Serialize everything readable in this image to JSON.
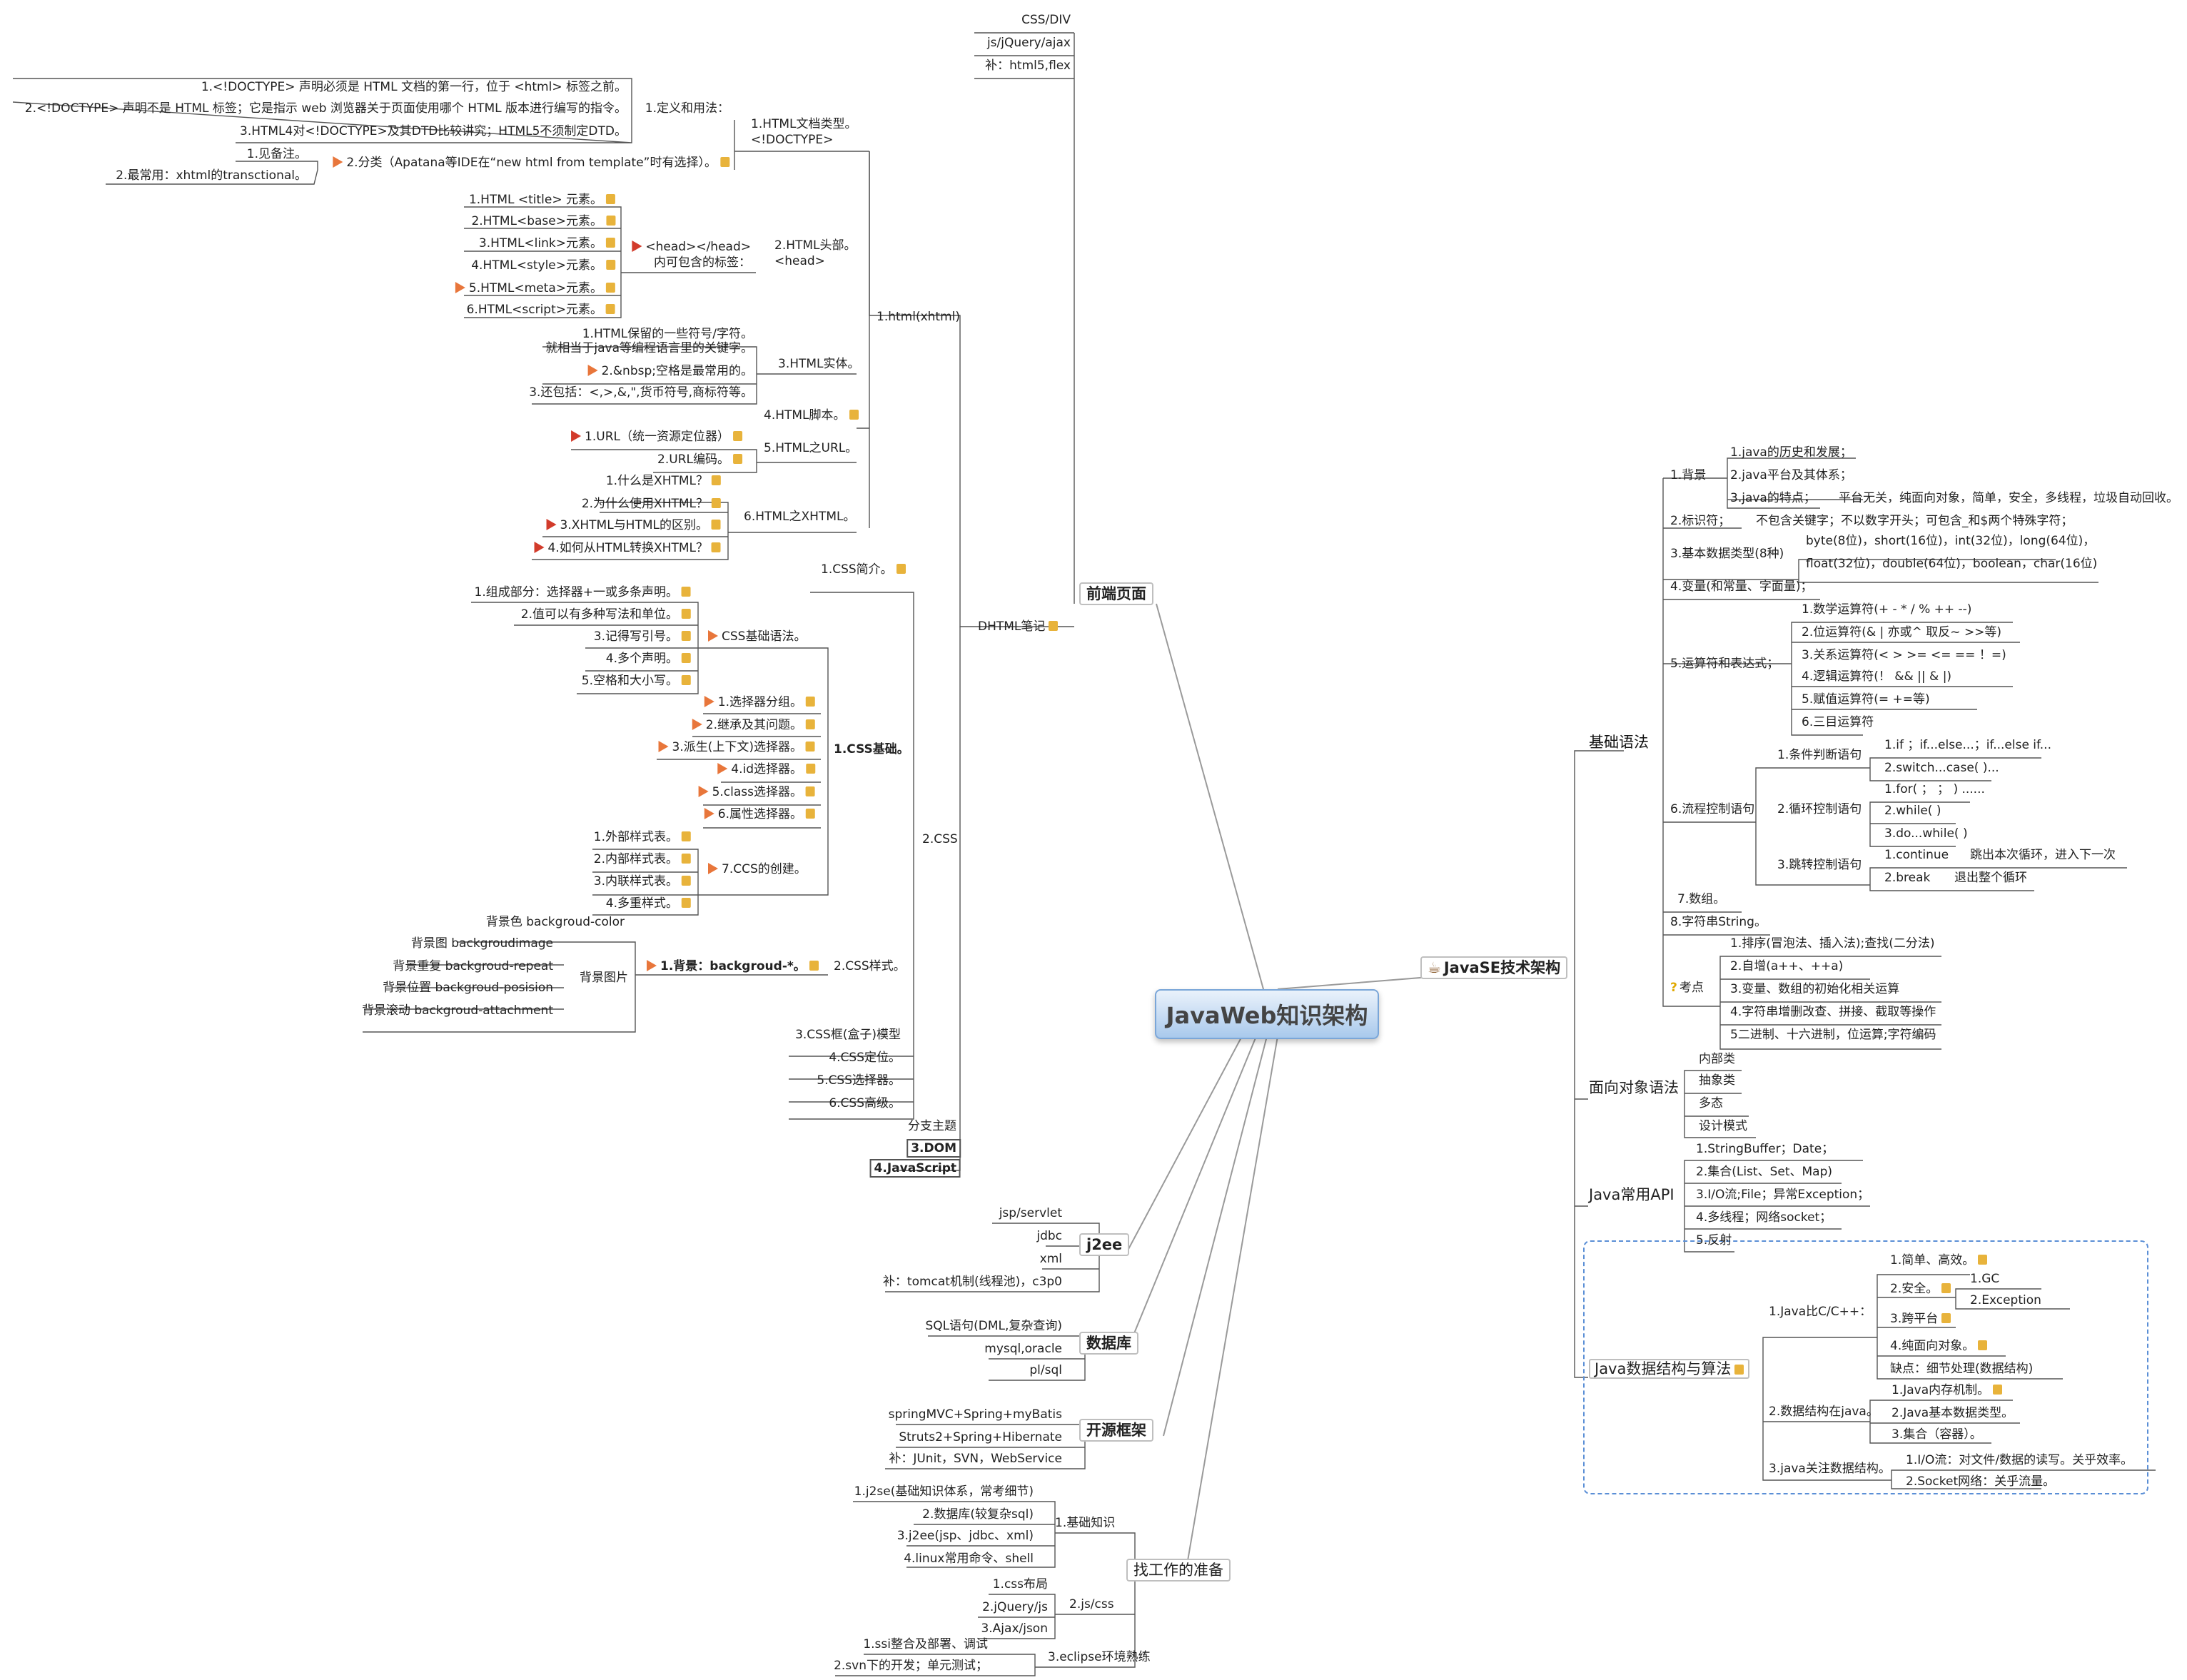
{
  "center": "JavaWeb知识架构",
  "main_branches": {
    "frontend": "前端页面",
    "javase": "JavaSE技术架构",
    "j2ee": "j2ee",
    "database": "数据库",
    "framework": "开源框架",
    "job": "找工作的准备"
  },
  "frontend": {
    "css_div": "CSS/DIV",
    "js_jquery": "js/jQuery/ajax",
    "html5": "补：html5,flex",
    "dhtml": "DHTML笔记",
    "html": "1.html(xhtml)",
    "doctype_title": "1.HTML文档类型。",
    "doctype_sub": "<!DOCTYPE>",
    "def_usage": "1.定义和用法：",
    "def_items": [
      "1.<!DOCTYPE> 声明必须是 HTML 文档的第一行，位于 <html> 标签之前。",
      "2.<!DOCTYPE> 声明不是 HTML 标签；它是指示 web 浏览器关于页面使用哪个 HTML 版本进行编写的指令。",
      "3.HTML4对<!DOCTYPE>及其DTD比较讲究；HTML5不须制定DTD。"
    ],
    "classify": "2.分类（Apatana等IDE在“new html from template”时有选择）。",
    "classify_items": [
      "1.见备注。",
      "2.最常用：xhtml的transctional。"
    ],
    "head_title": "2.HTML头部。",
    "head_sub": "<head>",
    "head_tags_1": "<head></head>",
    "head_tags_2": "内可包含的标签：",
    "head_items": [
      "1.HTML <title> 元素。",
      "2.HTML<base>元素。",
      "3.HTML<link>元素。",
      "4.HTML<style>元素。",
      "5.HTML<meta>元素。",
      "6.HTML<script>元素。"
    ],
    "entity": "3.HTML实体。",
    "entity_items": [
      "1.HTML保留的一些符号/字符。",
      "就相当于java等编程语言里的关键字。",
      "2.&nbsp;空格是最常用的。",
      "3.还包括：<,>,&,\",货币符号,商标符等。"
    ],
    "script": "4.HTML脚本。",
    "url": "5.HTML之URL。",
    "url_items": [
      "1.URL（统一资源定位器）",
      "2.URL编码。"
    ],
    "xhtml": "6.HTML之XHTML。",
    "xhtml_items": [
      "1.什么是XHTML？",
      "2.为什么使用XHTML？",
      "3.XHTML与HTML的区别。",
      "4.如何从HTML转换XHTML？"
    ],
    "css": "2.CSS",
    "css_intro": "1.CSS简介。",
    "css_basic": "1.CSS基础。",
    "css_syntax": "CSS基础语法。",
    "css_syntax_items": [
      "1.组成部分：选择器+一或多条声明。",
      "2.值可以有多种写法和单位。",
      "3.记得写引号。",
      "4.多个声明。",
      "5.空格和大小写。"
    ],
    "css_selector_items": [
      "1.选择器分组。",
      "2.继承及其问题。",
      "3.派生(上下文)选择器。",
      "4.id选择器。",
      "5.class选择器。",
      "6.属性选择器。"
    ],
    "css_create": "7.CCS的创建。",
    "css_create_items": [
      "1.外部样式表。",
      "2.内部样式表。",
      "3.内联样式表。",
      "4.多重样式。"
    ],
    "css_style": "2.CSS样式。",
    "css_bg": "1.背景：backgroud-*。",
    "bg_image": "背景图片",
    "bg_items": [
      "背景色 backgroud-color",
      "背景图 backgroudimage",
      "背景重复 backgroud-repeat",
      "背景位置 backgroud-posision",
      "背景滚动 backgroud-attachment"
    ],
    "css_more": [
      "3.CSS框(盒子)模型",
      "4.CSS定位。",
      "5.CSS选择器。",
      "6.CSS高级。"
    ],
    "branch_topic": "分支主题",
    "dom": "3.DOM",
    "javascript": "4.JavaScript"
  },
  "j2ee": [
    "jsp/servlet",
    "jdbc",
    "xml",
    "补：tomcat机制(线程池)，c3p0"
  ],
  "database": [
    "SQL语句(DML,复杂查询)",
    "mysql,oracle",
    "pl/sql"
  ],
  "framework": [
    "springMVC+Spring+myBatis",
    "Struts2+Spring+Hibernate",
    "补：JUnit，SVN，WebService"
  ],
  "job": {
    "basic": "1.基础知识",
    "basic_items": [
      "1.j2se(基础知识体系，常考细节)",
      "2.数据库(较复杂sql)",
      "3.j2ee(jsp、jdbc、xml)",
      "4.linux常用命令、shell"
    ],
    "jscss": "2.js/css",
    "jscss_items": [
      "1.css布局",
      "2.jQuery/js",
      "3.Ajax/json"
    ],
    "eclipse": "3.eclipse环境熟练",
    "eclipse_items": [
      "1.ssi整合及部署、调试",
      "2.svn下的开发；单元测试；"
    ]
  },
  "javase": {
    "syntax": "基础语法",
    "background": "1.背景",
    "background_items": [
      "1.java的历史和发展；",
      "2.java平台及其体系；",
      "3.java的特点；"
    ],
    "feature": "平台无关，纯面向对象，简单，安全，多线程，垃圾自动回收。",
    "identifier": "2.标识符；",
    "identifier_note": "不包含关键字；不以数字开头；可包含_和$两个特殊字符；",
    "datatype": "3.基本数据类型(8种)",
    "datatype_items": [
      "byte(8位)，short(16位)，int(32位)，long(64位)，",
      "float(32位)，double(64位)，boolean，char(16位)"
    ],
    "variable": "4.变量(和常量、字面量)；",
    "operator": "5.运算符和表达式；",
    "operator_items": [
      "1.数学运算符(+ - * / % ++ --)",
      "2.位运算符(& | 亦或^ 取反~ >>等)",
      "3.关系运算符(< > >= <= == ！=)",
      "4.逻辑运算符(！ && || & |)",
      "5.赋值运算符(= +=等)",
      "6.三目运算符"
    ],
    "flow": "6.流程控制语句",
    "cond": "1.条件判断语句",
    "cond_items": [
      "1.if ；if...else...；if...else if...",
      "2.switch...case( )..."
    ],
    "loop": "2.循环控制语句",
    "loop_items": [
      "1.for( ； ； ) ......",
      "2.while( )",
      "3.do...while( )"
    ],
    "jump": "3.跳转控制语句",
    "jump_items": [
      "1.continue",
      "2.break"
    ],
    "jump_notes": [
      "跳出本次循环，进入下一次",
      "退出整个循环"
    ],
    "array": "7.数组。",
    "string": "8.字符串String。",
    "exam": "考点",
    "exam_items": [
      "1.排序(冒泡法、插入法);查找(二分法)",
      "2.自增(a++、++a)",
      "3.变量、数组的初始化相关运算",
      "4.字符串增删改查、拼接、截取等操作",
      "5二进制、十六进制，位运算;字符编码"
    ],
    "oop": "面向对象语法",
    "oop_items": [
      "内部类",
      "抽象类",
      "多态",
      "设计模式"
    ],
    "api": "Java常用API",
    "api_items": [
      "1.StringBuffer；Date；",
      "2.集合(List、Set、Map)",
      "3.I/O流;File；异常Exception；",
      "4.多线程；网络socket；",
      "5.反射"
    ],
    "ds": "Java数据结构与算法",
    "ds_compare": "1.Java比C/C++：",
    "ds_compare_items": [
      "1.简单、高效。",
      "2.安全。",
      "3.跨平台",
      "4.纯面向对象。",
      "缺点：细节处理(数据结构)"
    ],
    "ds_safe_items": [
      "1.GC",
      "2.Exception"
    ],
    "ds_struct": "2.数据结构在java。",
    "ds_struct_items": [
      "1.Java内存机制。",
      "2.Java基本数据类型。",
      "3.集合（容器）。"
    ],
    "ds_focus": "3.java关注数据结构。",
    "ds_focus_items": [
      "1.I/O流：对文件/数据的读写。关乎效率。",
      "2.Socket网络：关乎流量。"
    ]
  }
}
